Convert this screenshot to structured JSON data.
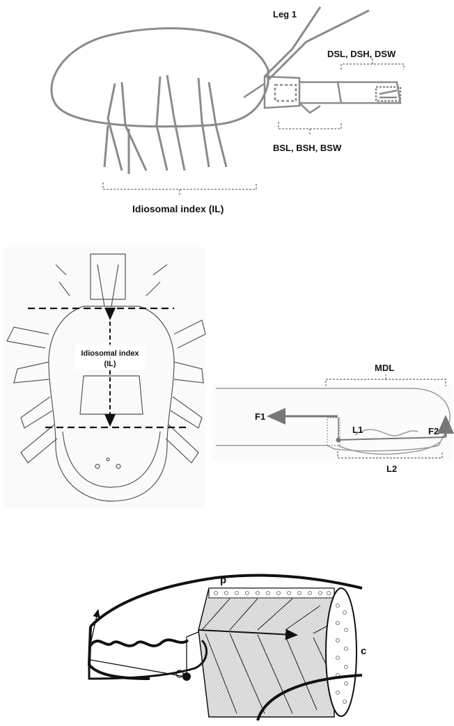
{
  "panel_a": {
    "leg_label": "Leg 1",
    "distal_label": "DSL, DSH, DSW",
    "basal_label": "BSL, BSH, BSW",
    "idiosomal_label": "Idiosomal index (IL)"
  },
  "panel_b": {
    "il_label_line1": "Idiosomal index",
    "il_label_line2": "(IL)"
  },
  "panel_c": {
    "mdl_label": "MDL",
    "f1_label": "F1",
    "f2_label": "F2",
    "l1_label": "L1",
    "l2_label": "L2"
  },
  "panel_d": {
    "p_label": "p",
    "c_label": "c"
  },
  "colors": {
    "sketch": "#8a8a8a",
    "dashed": "#6f6f6f",
    "ink": "#111111",
    "muscle_fill": "#d9d9d9"
  }
}
